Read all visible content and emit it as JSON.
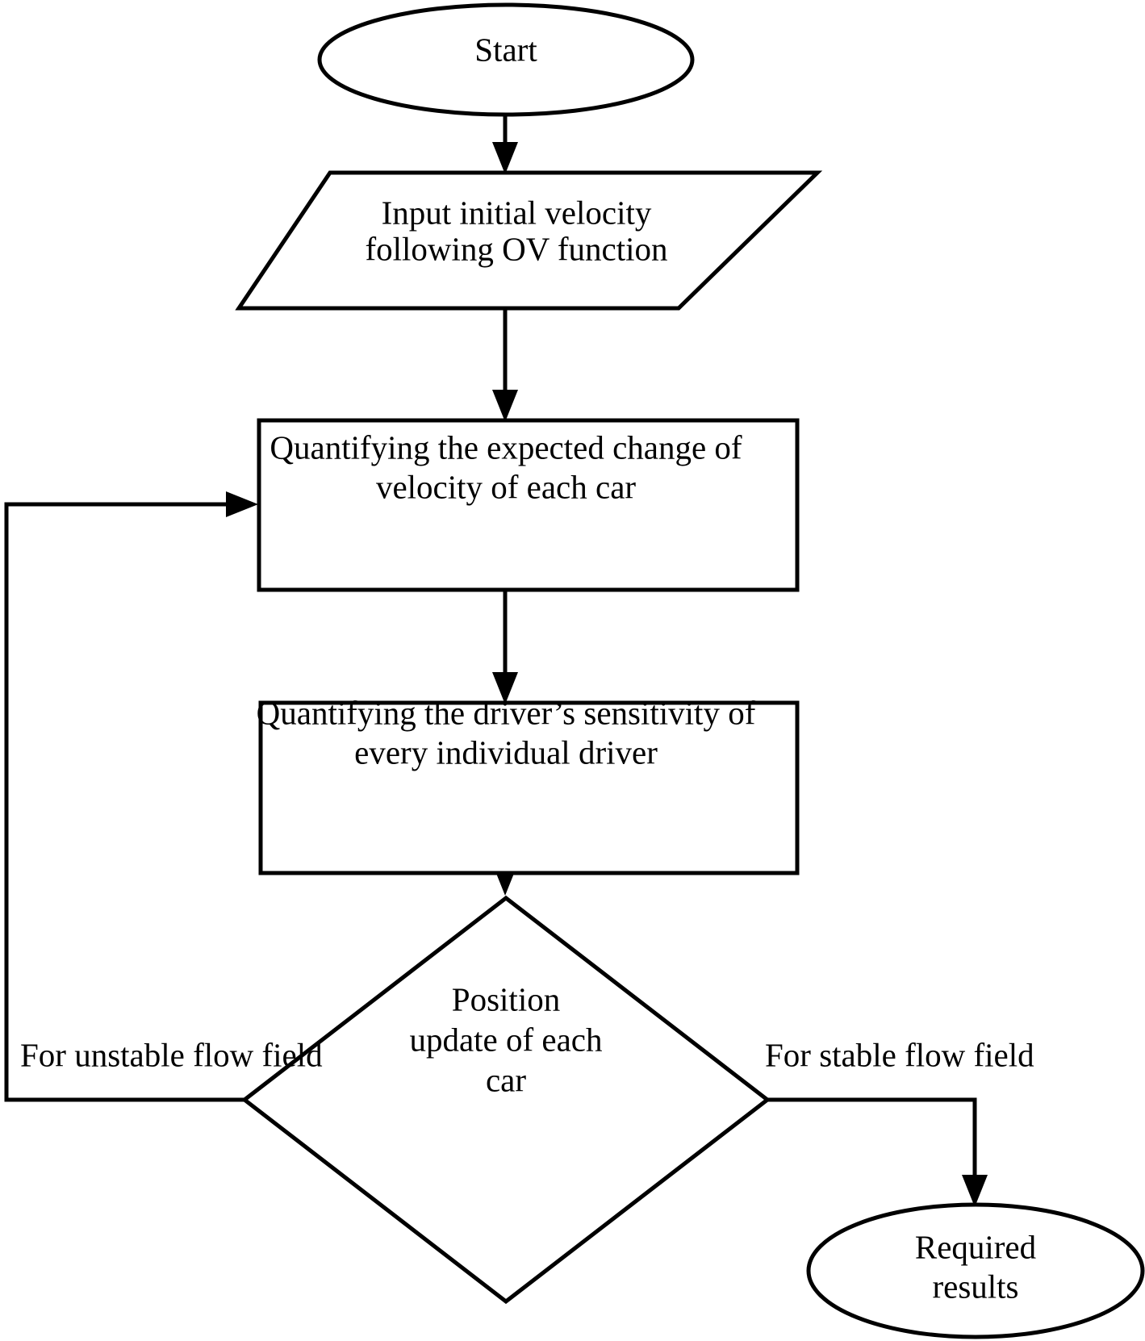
{
  "diagram": {
    "title": "Flowchart of the car-following simulation procedure",
    "type": "flowchart",
    "background_color": "#ffffff",
    "line_color": "#000000",
    "text_color": "#000000",
    "nodes": [
      {
        "id": "start",
        "shape": "ellipse",
        "label": "Start",
        "lines": [
          "Start"
        ]
      },
      {
        "id": "input",
        "shape": "parallelogram",
        "label": "Input initial velocity following OV function",
        "lines": [
          "Input initial velocity",
          "following OV function"
        ]
      },
      {
        "id": "quantify-velocity",
        "shape": "rectangle",
        "label": "Quantifying the expected change of velocity of each car",
        "lines": [
          "Quantifying the expected change of",
          "velocity of each car"
        ]
      },
      {
        "id": "quantify-sensitivity",
        "shape": "rectangle",
        "label": "Quantifying the driver’s sensitivity of every individual driver",
        "lines": [
          "Quantifying the driver’s sensitivity of",
          "every individual driver"
        ]
      },
      {
        "id": "position-update",
        "shape": "diamond",
        "label": "Position update of each car",
        "lines": [
          "Position",
          "update of each",
          "car"
        ]
      },
      {
        "id": "required-results",
        "shape": "ellipse",
        "label": "Required results",
        "lines": [
          "Required",
          "results"
        ]
      }
    ],
    "edges": [
      {
        "id": "e-start-input",
        "from": "start",
        "to": "input",
        "label": ""
      },
      {
        "id": "e-input-velocity",
        "from": "input",
        "to": "quantify-velocity",
        "label": ""
      },
      {
        "id": "e-velocity-sensitivity",
        "from": "quantify-velocity",
        "to": "quantify-sensitivity",
        "label": ""
      },
      {
        "id": "e-sensitivity-decision",
        "from": "quantify-sensitivity",
        "to": "position-update",
        "label": ""
      },
      {
        "id": "e-decision-loop",
        "from": "position-update",
        "to": "quantify-velocity",
        "label": "For unstable flow field"
      },
      {
        "id": "e-decision-results",
        "from": "position-update",
        "to": "required-results",
        "label": "For stable flow field"
      }
    ],
    "edge_labels": {
      "unstable": "For unstable flow field",
      "stable": "For stable flow field"
    }
  }
}
